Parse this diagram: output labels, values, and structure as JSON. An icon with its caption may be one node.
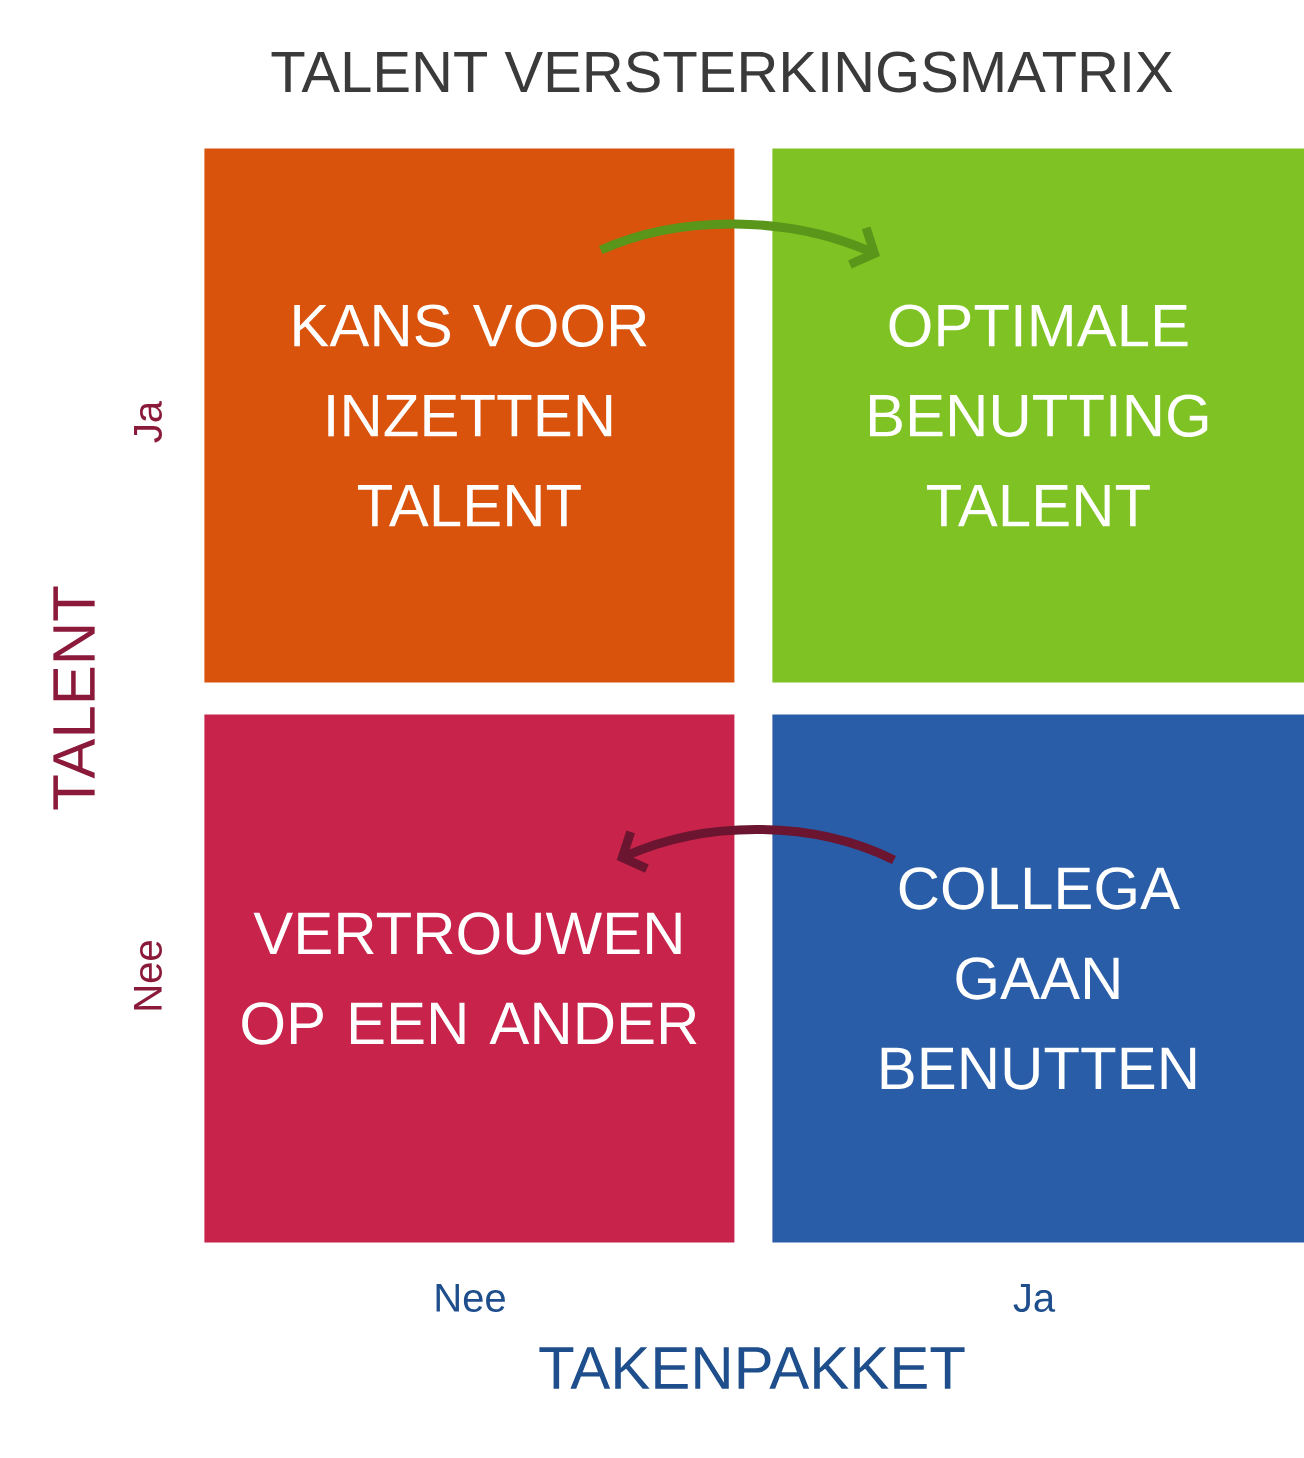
{
  "diagram": {
    "title": "TALENT VERSTERKINGSMATRIX",
    "nodes": [
      {
        "text": [
          "KANS VOOR INZETTEN TALENT"
        ]
      },
      {
        "text": [
          "OPTIMALE BENUTTING TALENT"
        ]
      },
      {
        "text": [
          "VERTROUWEN OP EEN ANDER"
        ]
      },
      {
        "text": [
          "COLLEGA GAAN BENUTTEN"
        ]
      }
    ],
    "edges": [
      {
        "from": 0,
        "to": 1,
        "arrow": "to",
        "color": "#5a961a"
      },
      {
        "from": 3,
        "to": 2,
        "arrow": "to",
        "color": "#6b1530"
      }
    ],
    "labels": [
      "TALENT",
      "Ja",
      "Nee",
      "Nee",
      "Ja",
      "TAKENPAKKET"
    ]
  }
}
